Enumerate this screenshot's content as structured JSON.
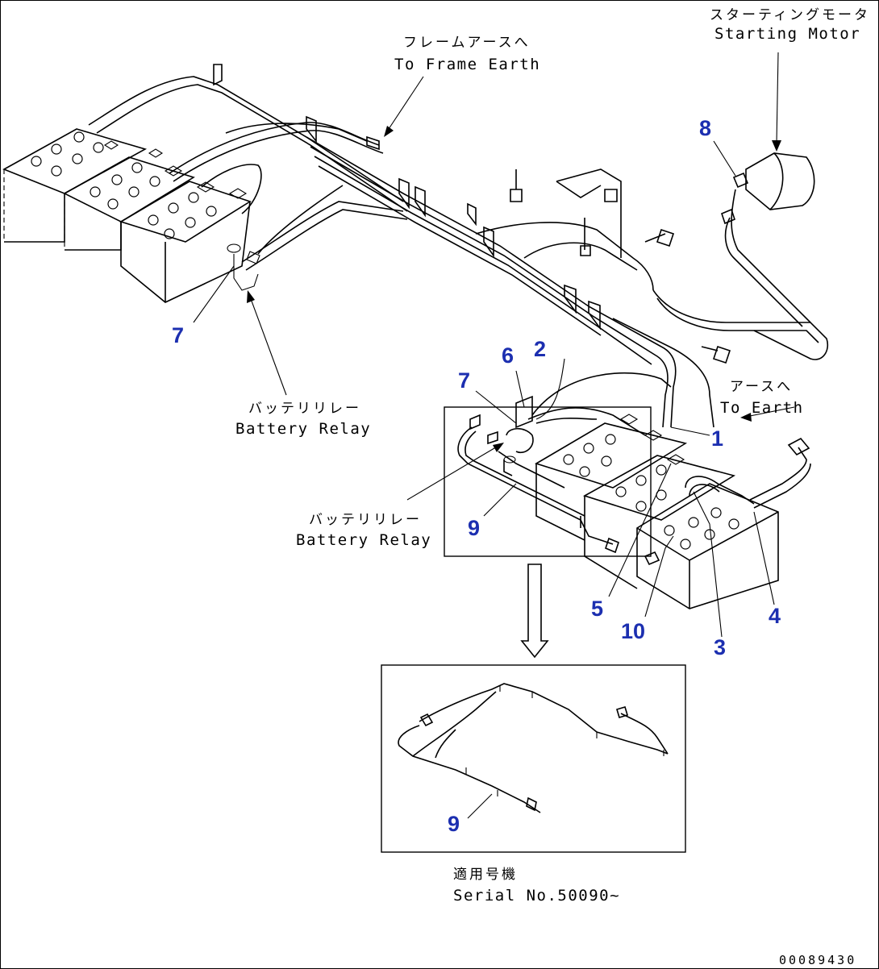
{
  "labels": {
    "frame_earth_jp": "フレームアースへ",
    "frame_earth_en": "To Frame Earth",
    "starting_motor_jp": "スターティングモータ",
    "starting_motor_en": "Starting Motor",
    "battery_relay_upper_jp": "バッテリリレー",
    "battery_relay_upper_en": "Battery Relay",
    "battery_relay_lower_jp": "バッテリリレー",
    "battery_relay_lower_en": "Battery Relay",
    "to_earth_jp": "アースへ",
    "to_earth_en": "To Earth",
    "applicable_jp": "適用号機",
    "serial": "Serial No.50090~"
  },
  "part_numbers": {
    "p1": "1",
    "p2": "2",
    "p3": "3",
    "p4": "4",
    "p5": "5",
    "p6": "6",
    "p7_upper": "7",
    "p7_lower": "7",
    "p8": "8",
    "p9_main": "9",
    "p9_inset": "9",
    "p10": "10"
  },
  "drawing_code": "00089430",
  "colors": {
    "part_number": "#1c2fb0",
    "line": "#000000",
    "background": "#ffffff"
  }
}
